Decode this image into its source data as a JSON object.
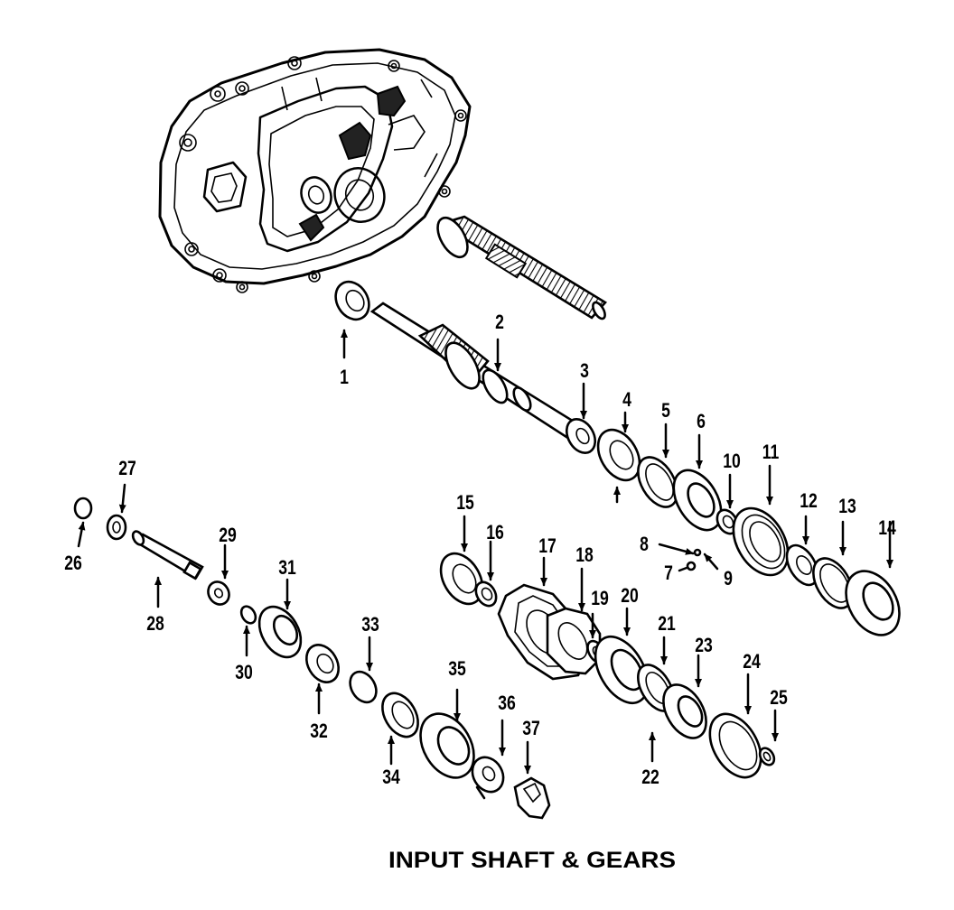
{
  "title": "INPUT SHAFT & GEARS",
  "callouts": [
    "1",
    "2",
    "3",
    "4",
    "5",
    "6",
    "7",
    "8",
    "9",
    "10",
    "11",
    "12",
    "13",
    "14",
    "15",
    "16",
    "17",
    "18",
    "19",
    "20",
    "21",
    "22",
    "23",
    "24",
    "25",
    "26",
    "27",
    "28",
    "29",
    "30",
    "31",
    "32",
    "33",
    "34",
    "35",
    "36",
    "37"
  ],
  "colors": {
    "ink": "#000000",
    "paper": "#ffffff"
  }
}
